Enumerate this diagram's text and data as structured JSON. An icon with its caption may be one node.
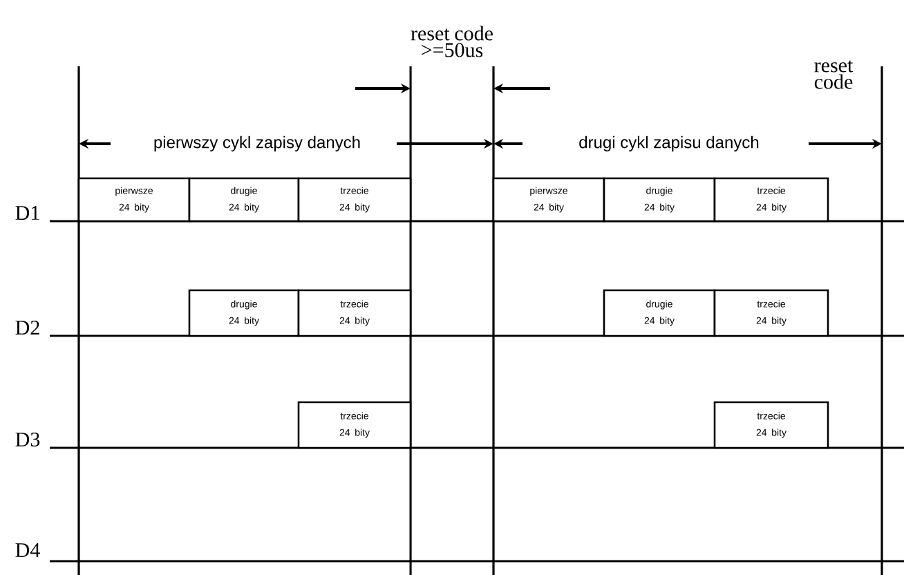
{
  "diagram": {
    "nodes": [
      {
        "text": [
          "pierwsze 24 bity"
        ]
      },
      {
        "text": [
          "drugie 24 bity"
        ]
      },
      {
        "text": [
          "trzecie 24 bity"
        ]
      },
      {
        "text": [
          "pierwsze 24 bity"
        ]
      },
      {
        "text": [
          "drugie 24 bity"
        ]
      },
      {
        "text": [
          "trzecie 24 bity"
        ]
      },
      {
        "text": [
          "drugie 24 bity"
        ]
      },
      {
        "text": [
          "trzecie 24 bity"
        ]
      },
      {
        "text": [
          "drugie 24 bity"
        ]
      },
      {
        "text": [
          "trzecie 24 bity"
        ]
      },
      {
        "text": [
          "trzecie 24 bity"
        ]
      },
      {
        "text": [
          "trzecie 24 bity"
        ]
      }
    ],
    "labels": [
      "reset code >=50us",
      "reset code",
      "pierwszy cykl zapisy danych",
      "drugi cykl zapisu danych",
      "D1",
      "D2",
      "D3",
      "D4"
    ]
  }
}
